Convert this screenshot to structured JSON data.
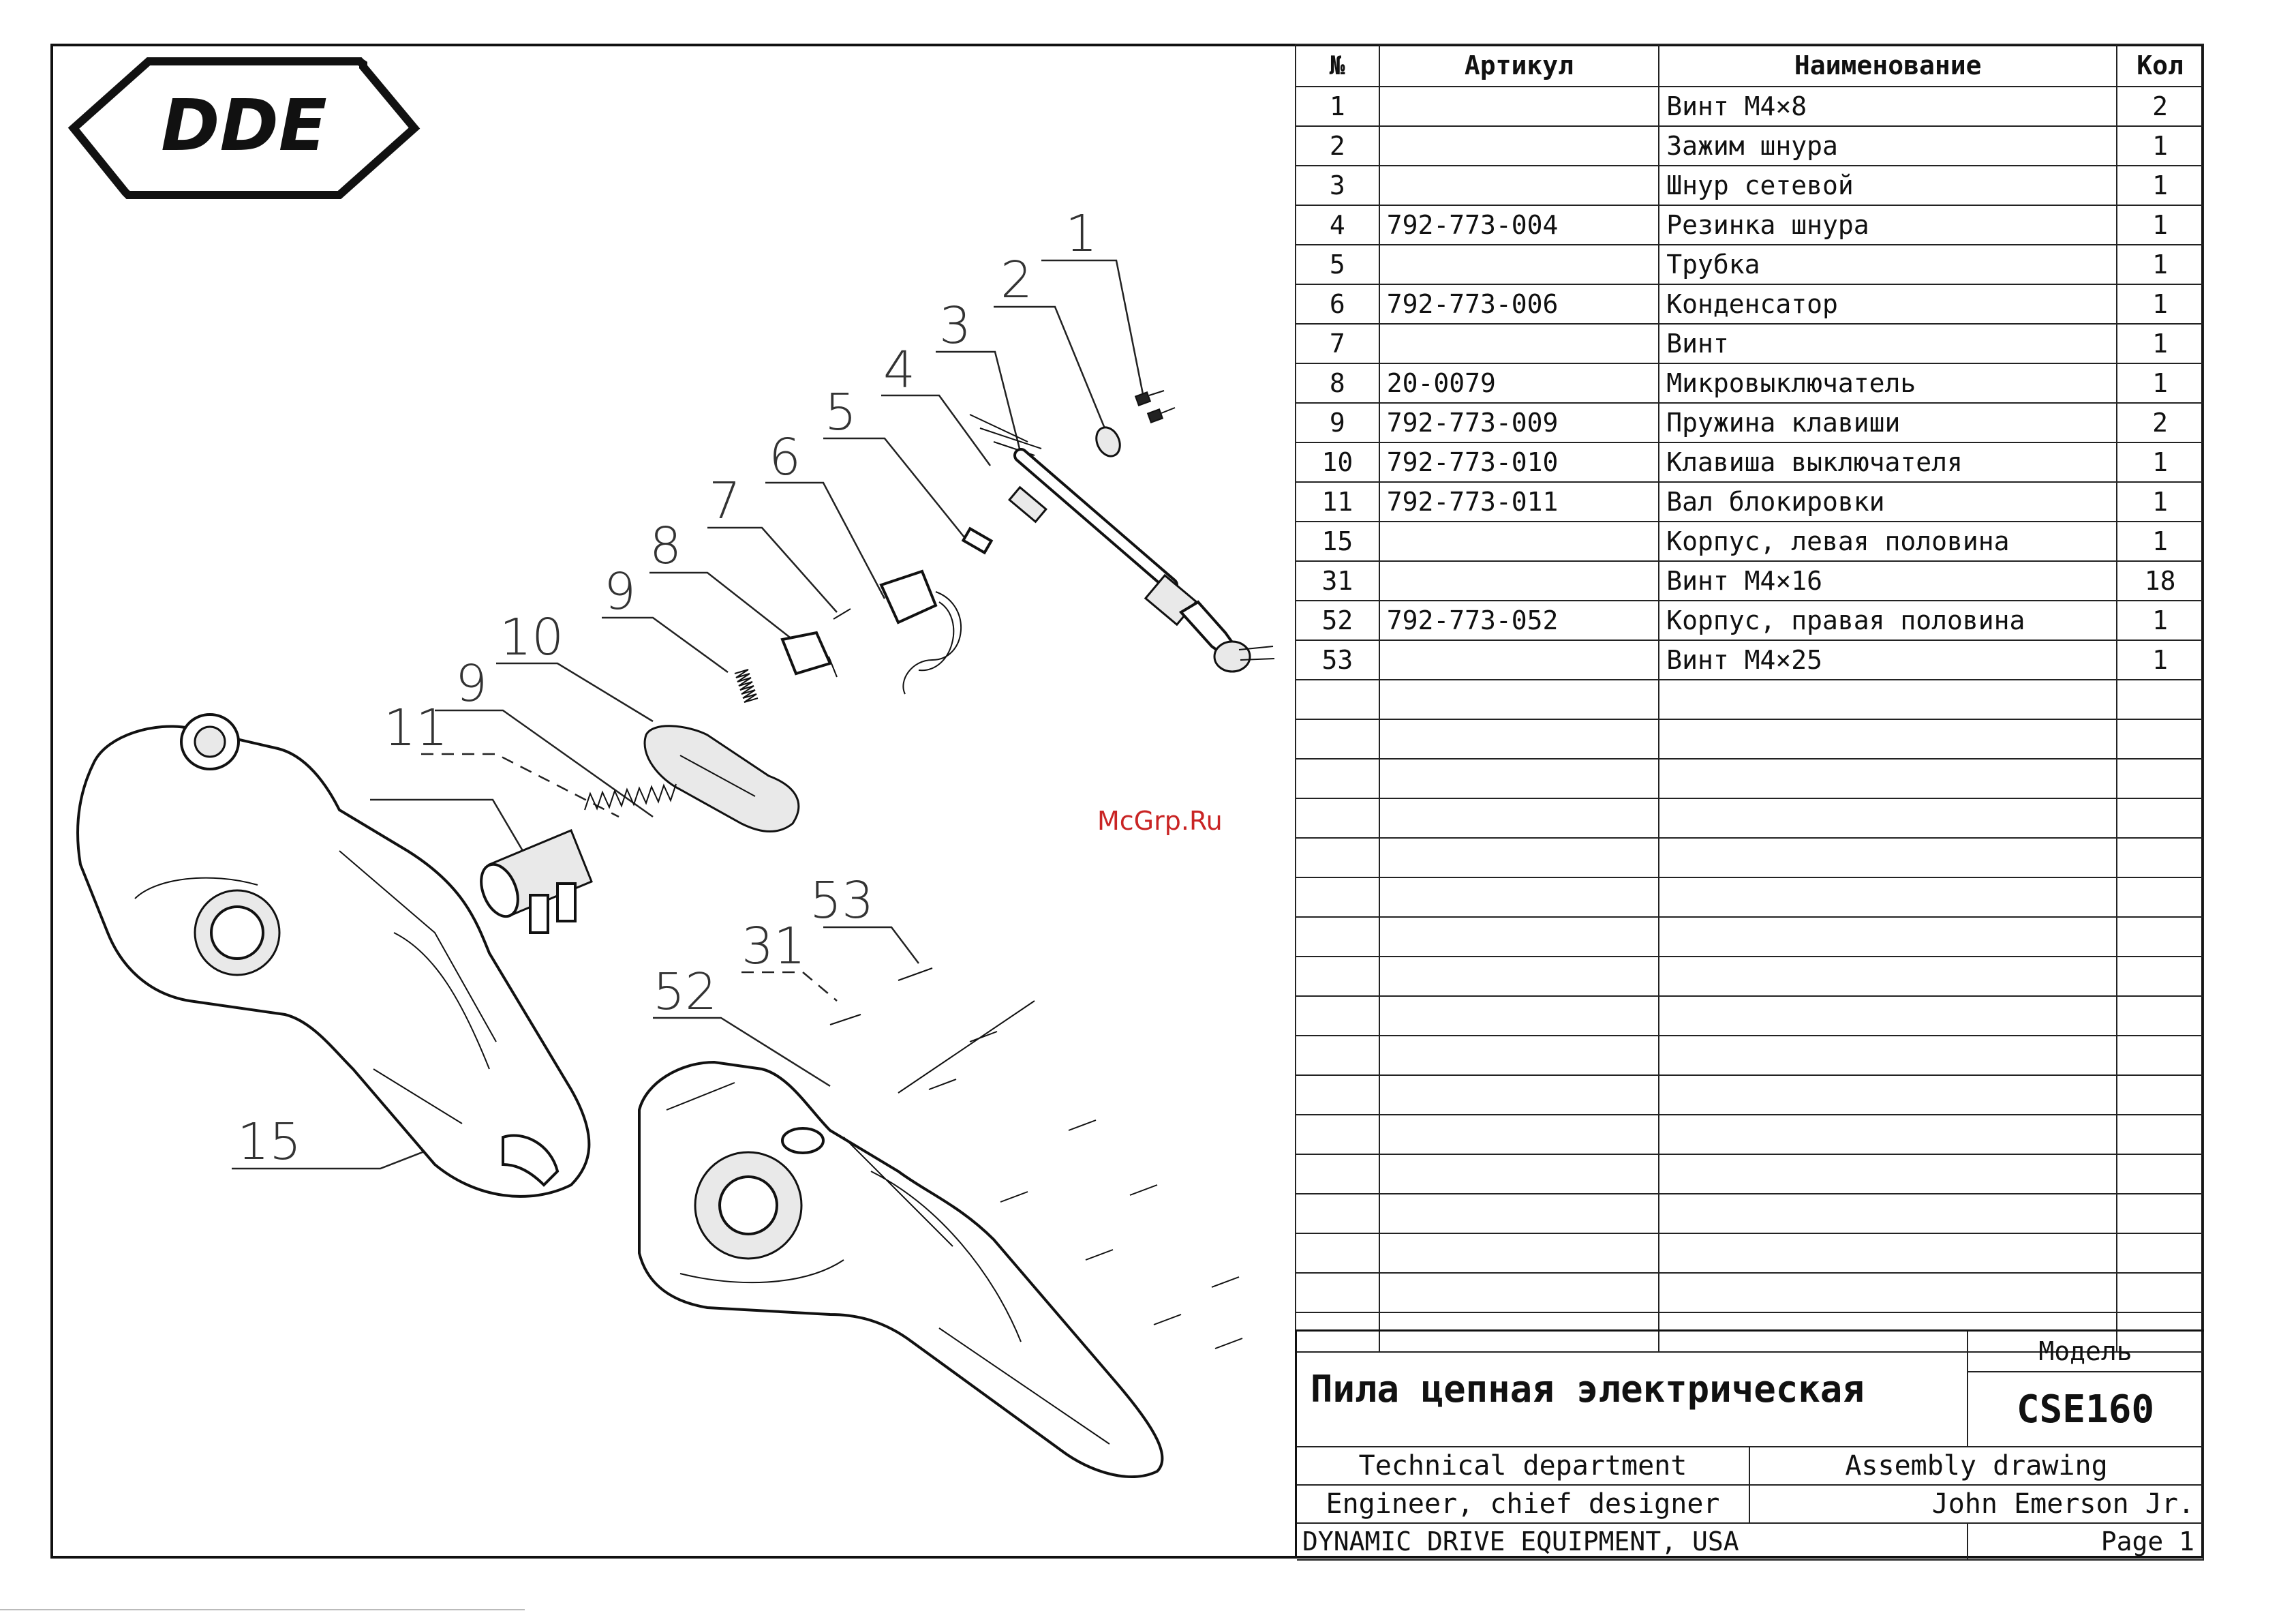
{
  "logo": {
    "text": "DDE"
  },
  "watermark": "McGrp.Ru",
  "table": {
    "headers": [
      "№",
      "Артикул",
      "Наименование",
      "Кол"
    ],
    "rows": [
      {
        "no": "1",
        "article": "",
        "name": "Винт М4×8",
        "qty": "2"
      },
      {
        "no": "2",
        "article": "",
        "name": "Зажим шнура",
        "qty": "1"
      },
      {
        "no": "3",
        "article": "",
        "name": "Шнур сетевой",
        "qty": "1"
      },
      {
        "no": "4",
        "article": "792-773-004",
        "name": "Резинка шнура",
        "qty": "1"
      },
      {
        "no": "5",
        "article": "",
        "name": "Трубка",
        "qty": "1"
      },
      {
        "no": "6",
        "article": "792-773-006",
        "name": "Конденсатор",
        "qty": "1"
      },
      {
        "no": "7",
        "article": "",
        "name": "Винт",
        "qty": "1"
      },
      {
        "no": "8",
        "article": "20-0079",
        "name": "Микровыключатель",
        "qty": "1"
      },
      {
        "no": "9",
        "article": "792-773-009",
        "name": "Пружина клавиши",
        "qty": "2"
      },
      {
        "no": "10",
        "article": "792-773-010",
        "name": "Клавиша выключателя",
        "qty": "1"
      },
      {
        "no": "11",
        "article": "792-773-011",
        "name": "Вал блокировки",
        "qty": "1"
      },
      {
        "no": "15",
        "article": "",
        "name": "Корпус, левая половина",
        "qty": "1"
      },
      {
        "no": "31",
        "article": "",
        "name": "Винт М4×16",
        "qty": "18"
      },
      {
        "no": "52",
        "article": "792-773-052",
        "name": "Корпус, правая половина",
        "qty": "1"
      },
      {
        "no": "53",
        "article": "",
        "name": "Винт М4×25",
        "qty": "1"
      }
    ]
  },
  "title_block": {
    "title": "Пила цепная электрическая",
    "model_label": "Модель",
    "model": "CSE160",
    "department": "Technical department",
    "drawing_type": "Assembly drawing",
    "role": "Engineer, chief designer",
    "person": "John Emerson Jr.",
    "company": "DYNAMIC DRIVE EQUIPMENT, USA",
    "page": "Page 1"
  },
  "callouts": [
    "1",
    "2",
    "3",
    "4",
    "5",
    "6",
    "7",
    "8",
    "9",
    "10",
    "9",
    "11",
    "15",
    "53",
    "31",
    "52"
  ]
}
